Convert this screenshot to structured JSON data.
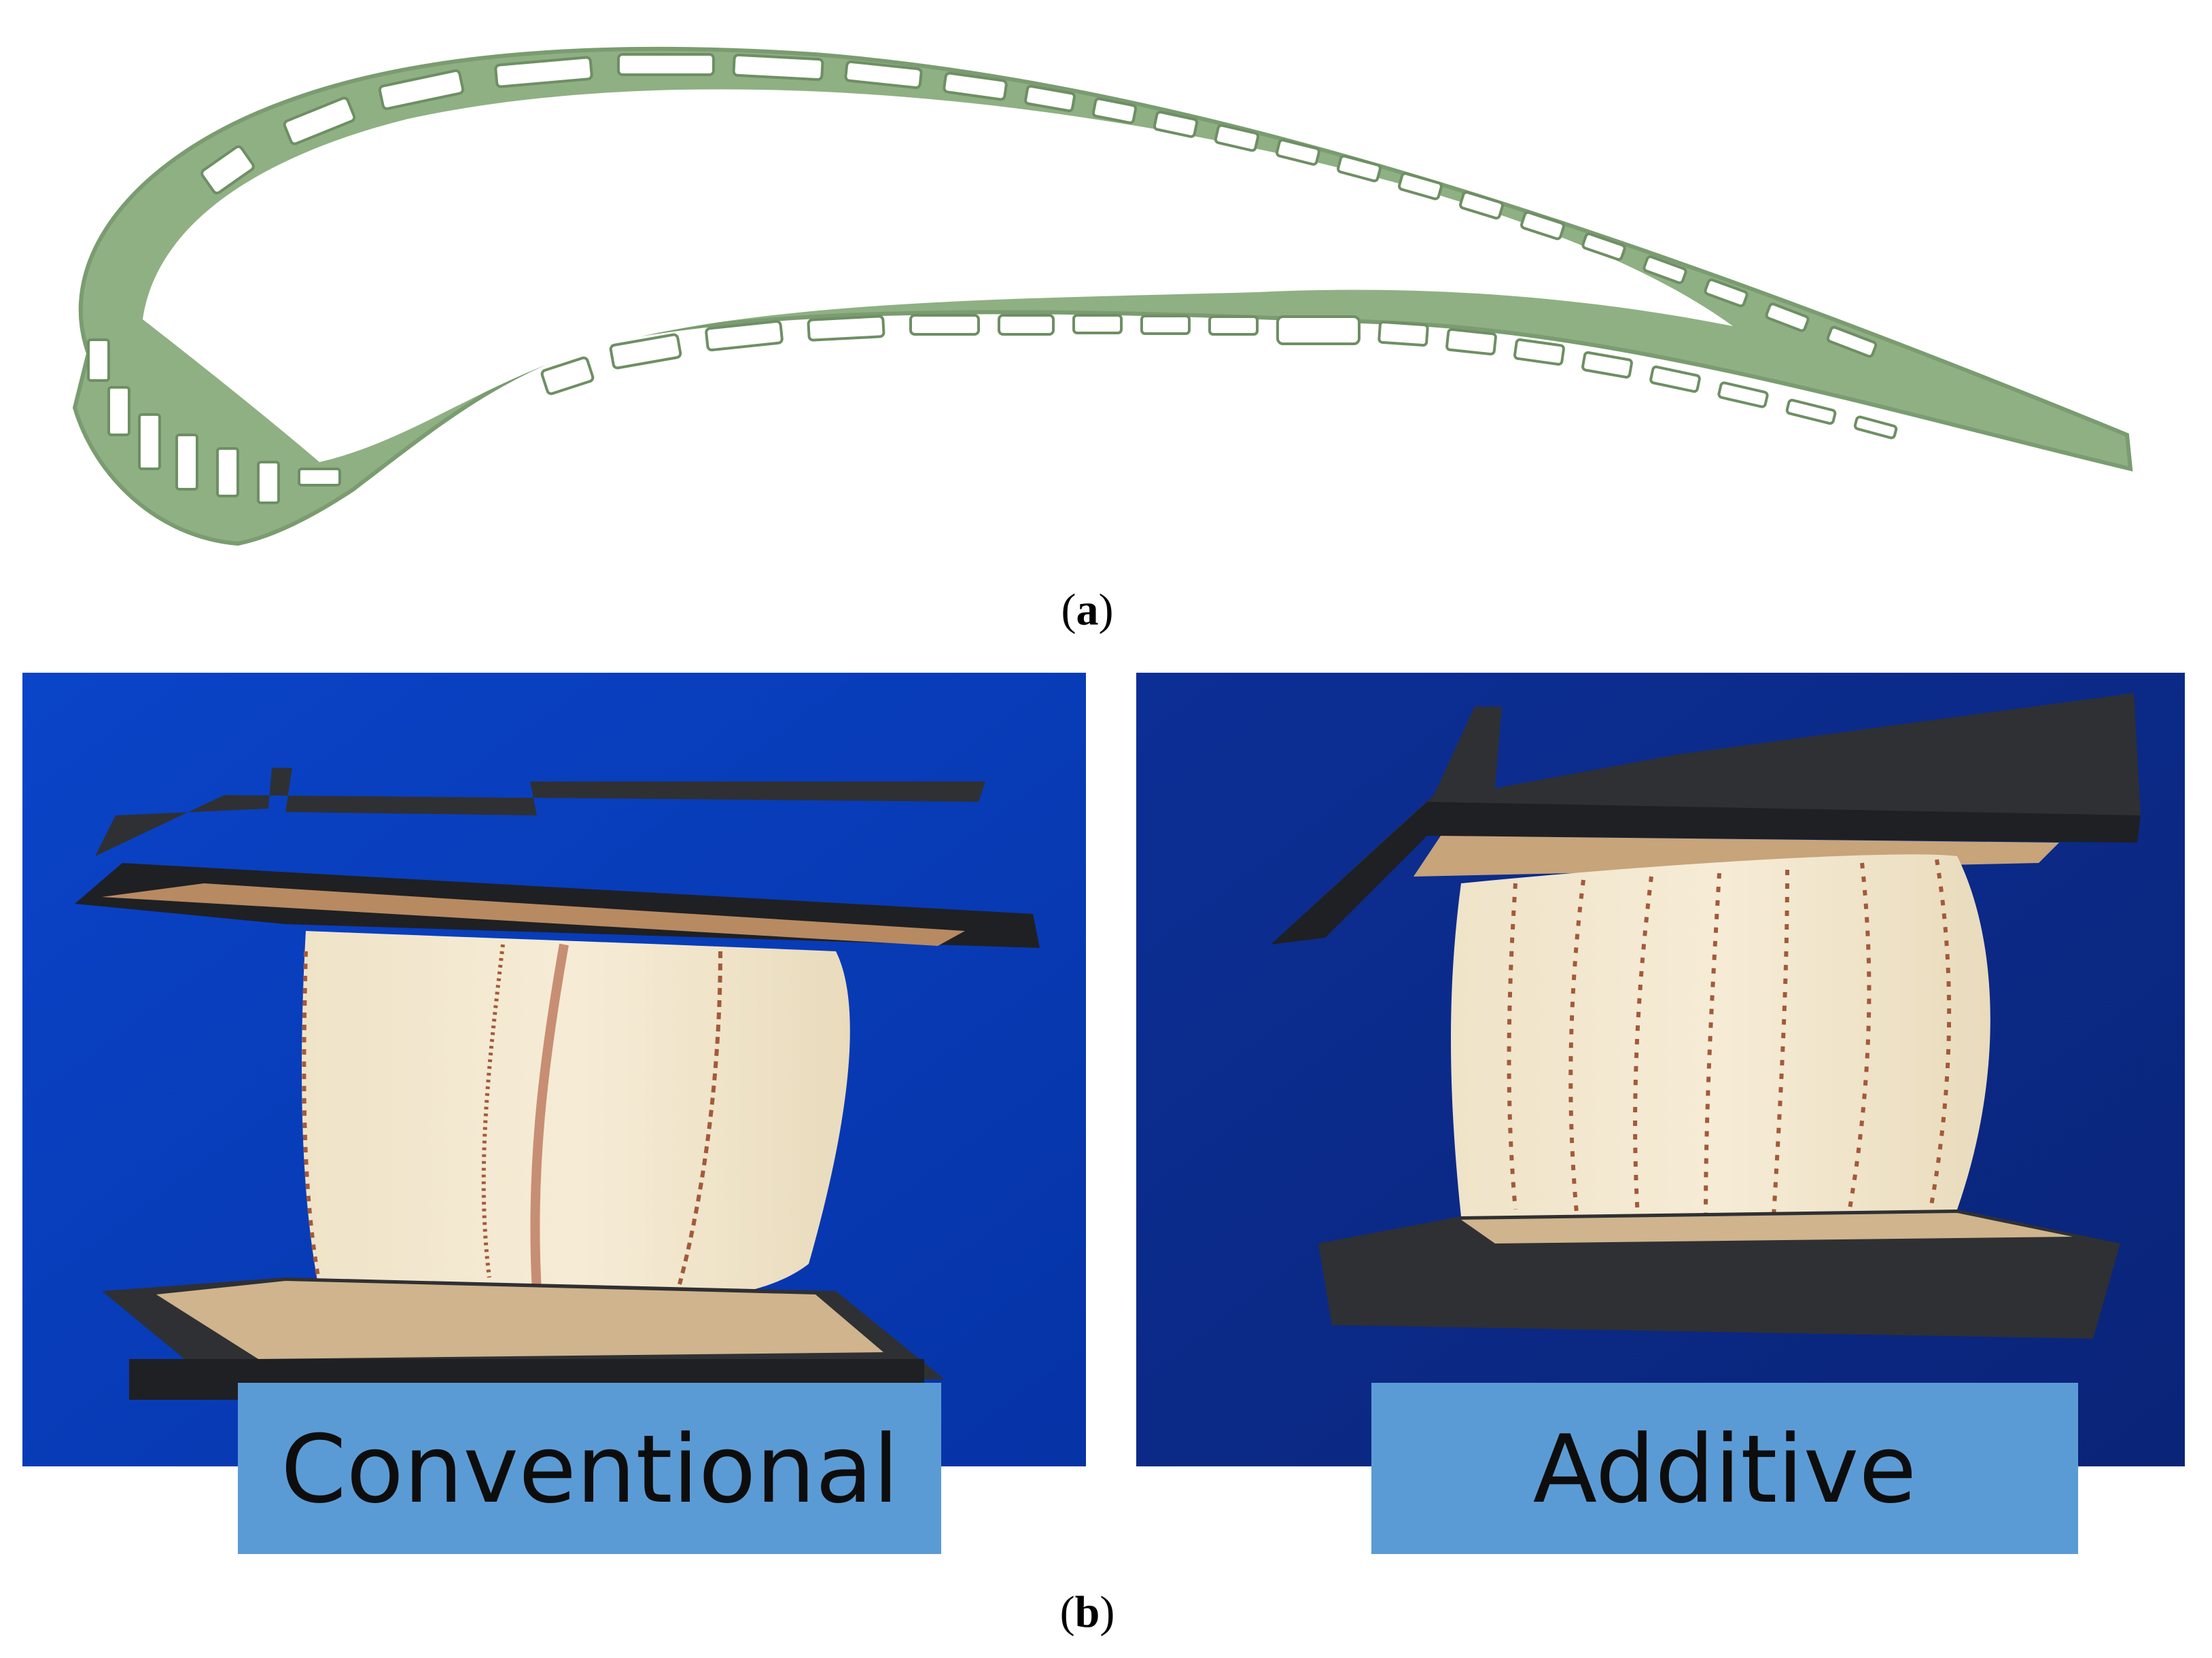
{
  "figure": {
    "panel_a": {
      "caption_letter": "a"
    },
    "panel_b": {
      "caption_letter": "b",
      "left_photo": {
        "label": "Conventional"
      },
      "right_photo": {
        "label": "Additive"
      }
    }
  },
  "colors": {
    "blade_fill": "#8fb083",
    "blade_edge": "#7a9c70",
    "photo_bg_left": "#0a3fbf",
    "photo_bg_right": "#0b2a8a",
    "label_bg": "#5b9bd5",
    "paper": "#f2e6cc",
    "fixture": "#2f3033"
  }
}
